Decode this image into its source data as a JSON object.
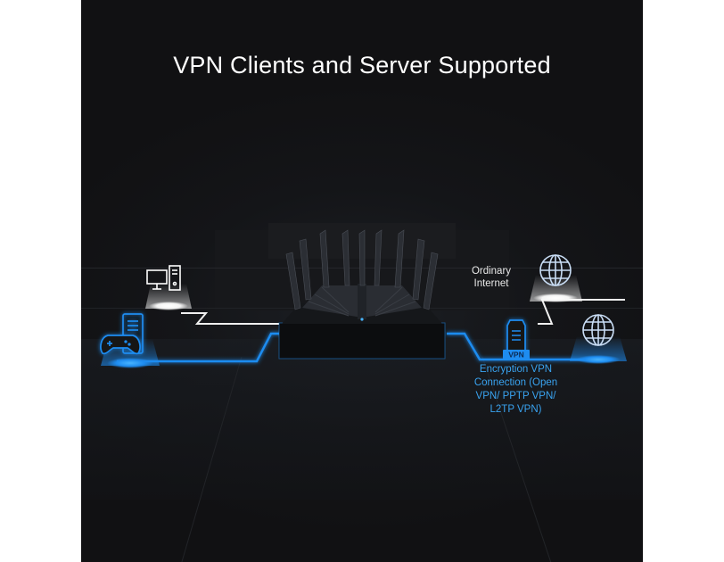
{
  "title": "VPN Clients and Server Supported",
  "labels": {
    "ordinary_internet": [
      "Ordinary",
      "Internet"
    ],
    "vpn_badge": "VPN",
    "encryption": [
      "Encryption VPN",
      "Connection (Open",
      "VPN/ PPTP VPN/",
      "L2TP VPN)"
    ]
  },
  "icons": {
    "desktop": "desktop-computer-icon",
    "gaming": "game-controller-server-icon",
    "globe_ordinary": "globe-icon",
    "globe_vpn": "globe-icon",
    "vpn_server": "vpn-server-icon",
    "router": "router-icon"
  },
  "colors": {
    "background": "#141518",
    "accent_blue": "#1e8cf0",
    "label_blue": "#39a3f0",
    "line_white": "#f0f0f0"
  }
}
